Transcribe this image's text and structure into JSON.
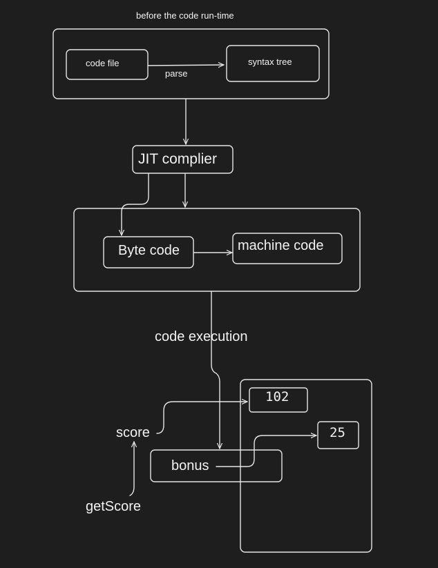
{
  "diagram": {
    "top_label": "before the code run-time",
    "code_file": "code file",
    "parse": "parse",
    "syntax_tree": "syntax tree",
    "jit": "JIT complier",
    "byte_code": "Byte code",
    "machine_code": "machine code",
    "code_execution": "code execution",
    "value_102": "102",
    "value_25": "25",
    "score": "score",
    "bonus": "bonus",
    "get_score": "getScore"
  },
  "colors": {
    "background": "#1e1e1e",
    "stroke": "#e6e6e6",
    "text": "#f2f2f2"
  }
}
